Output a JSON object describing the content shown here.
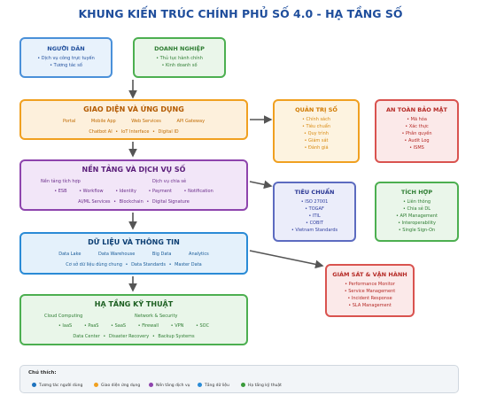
{
  "title": "KHUNG KIẾN TRÚC CHÍNH PHỦ SỐ 4.0 - HẠ TẦNG SỐ",
  "nguoi_dan": {
    "title": "NGƯỜI DÂN",
    "items": [
      "• Dịch vụ công trực tuyến",
      "• Tương tác số"
    ]
  },
  "doanh_nghiep": {
    "title": "DOANH NGHIỆP",
    "items": [
      "• Thủ tục hành chính",
      "• Kinh doanh số"
    ]
  },
  "giao_dien": {
    "title": "GIAO DIỆN VÀ ỨNG DỤNG",
    "row1": [
      "Portal",
      "Mobile App",
      "Web Services",
      "API Gateway"
    ],
    "row2": [
      "Chatbot AI",
      "IoT Interface",
      "Digital ID"
    ]
  },
  "quan_tri": {
    "title": "QUẢN TRỊ SỐ",
    "items": [
      "• Chính sách",
      "• Tiêu chuẩn",
      "• Quy trình",
      "• Giám sát",
      "• Đánh giá"
    ]
  },
  "an_toan": {
    "title": "AN TOÀN BẢO MẬT",
    "items": [
      "• Mã hóa",
      "• Xác thực",
      "• Phân quyền",
      "• Audit Log",
      "• ISMS"
    ]
  },
  "nen_tang": {
    "title": "NỀN TẢNG VÀ DỊCH VỤ SỐ",
    "left_label": "Nền tảng tích hợp",
    "right_label": "Dịch vụ chia sẻ",
    "row1": [
      "• ESB",
      "• Workflow",
      "• Identity",
      "• Payment",
      "• Notification"
    ],
    "row2": [
      "AI/ML Services",
      "Blockchain",
      "Digital Signature"
    ]
  },
  "tieu_chuan": {
    "title": "TIÊU CHUẨN",
    "items": [
      "• ISO 27001",
      "• TOGAF",
      "• ITIL",
      "• COBIT",
      "• Vietnam Standards"
    ]
  },
  "tich_hop": {
    "title": "TÍCH HỢP",
    "items": [
      "• Liên thông",
      "• Chia sẻ DL",
      "• API Management",
      "• Interoperability",
      "• Single Sign-On"
    ]
  },
  "du_lieu": {
    "title": "DỮ LIỆU VÀ THÔNG TIN",
    "row1": [
      "Data Lake",
      "Data Warehouse",
      "Big Data",
      "Analytics"
    ],
    "row2": [
      "Cơ sở dữ liệu dùng chung",
      "Data Standards",
      "Master Data"
    ]
  },
  "giam_sat": {
    "title": "GIÁM SÁT & VẬN HÀNH",
    "items": [
      "• Performance Monitor",
      "• Service Management",
      "• Incident Response",
      "• SLA Management"
    ]
  },
  "ha_tang": {
    "title": "HẠ TẦNG KỸ THUẬT",
    "left_label": "Cloud Computing",
    "right_label": "Network & Security",
    "row1": [
      "• IaaS",
      "• PaaS",
      "• SaaS",
      "• Firewall",
      "• VPN",
      "• SOC"
    ],
    "row2": [
      "Data Center",
      "Disaster Recovery",
      "Backup Systems"
    ]
  },
  "legend": {
    "title": "Chú thích:",
    "items": [
      {
        "label": "Tương tác người dùng",
        "color": "#1e73be"
      },
      {
        "label": "Giao diện ứng dụng",
        "color": "#f0a020"
      },
      {
        "label": "Nền tảng dịch vụ",
        "color": "#8e44ad"
      },
      {
        "label": "Tầng dữ liệu",
        "color": "#2a8bd6"
      },
      {
        "label": "Hạ tầng kỹ thuật",
        "color": "#3a9a3a"
      }
    ]
  }
}
